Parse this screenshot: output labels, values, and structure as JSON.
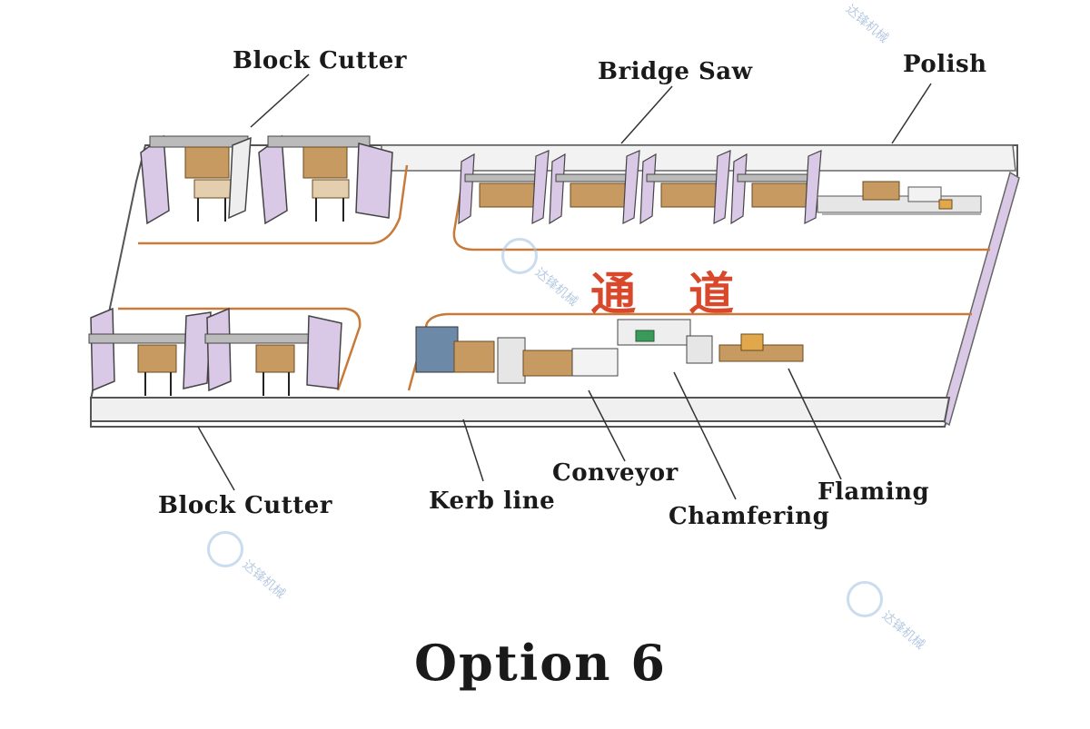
{
  "diagram": {
    "title": "Option 6",
    "center_text": "通道",
    "labels": {
      "block_cutter_top": "Block Cutter",
      "bridge_saw": "Bridge Saw",
      "polish": "Polish",
      "block_cutter_bottom": "Block Cutter",
      "kerb_line": "Kerb line",
      "conveyor": "Conveyor",
      "chamfering": "Chamfering",
      "flaming": "Flaming"
    },
    "watermark_text": "达锋机械",
    "colors": {
      "floor_line": "#c87a3a",
      "center_text": "#d9482b",
      "wall": "#d9c9e6",
      "machine": "#555555",
      "stone": "#c79a62"
    }
  }
}
